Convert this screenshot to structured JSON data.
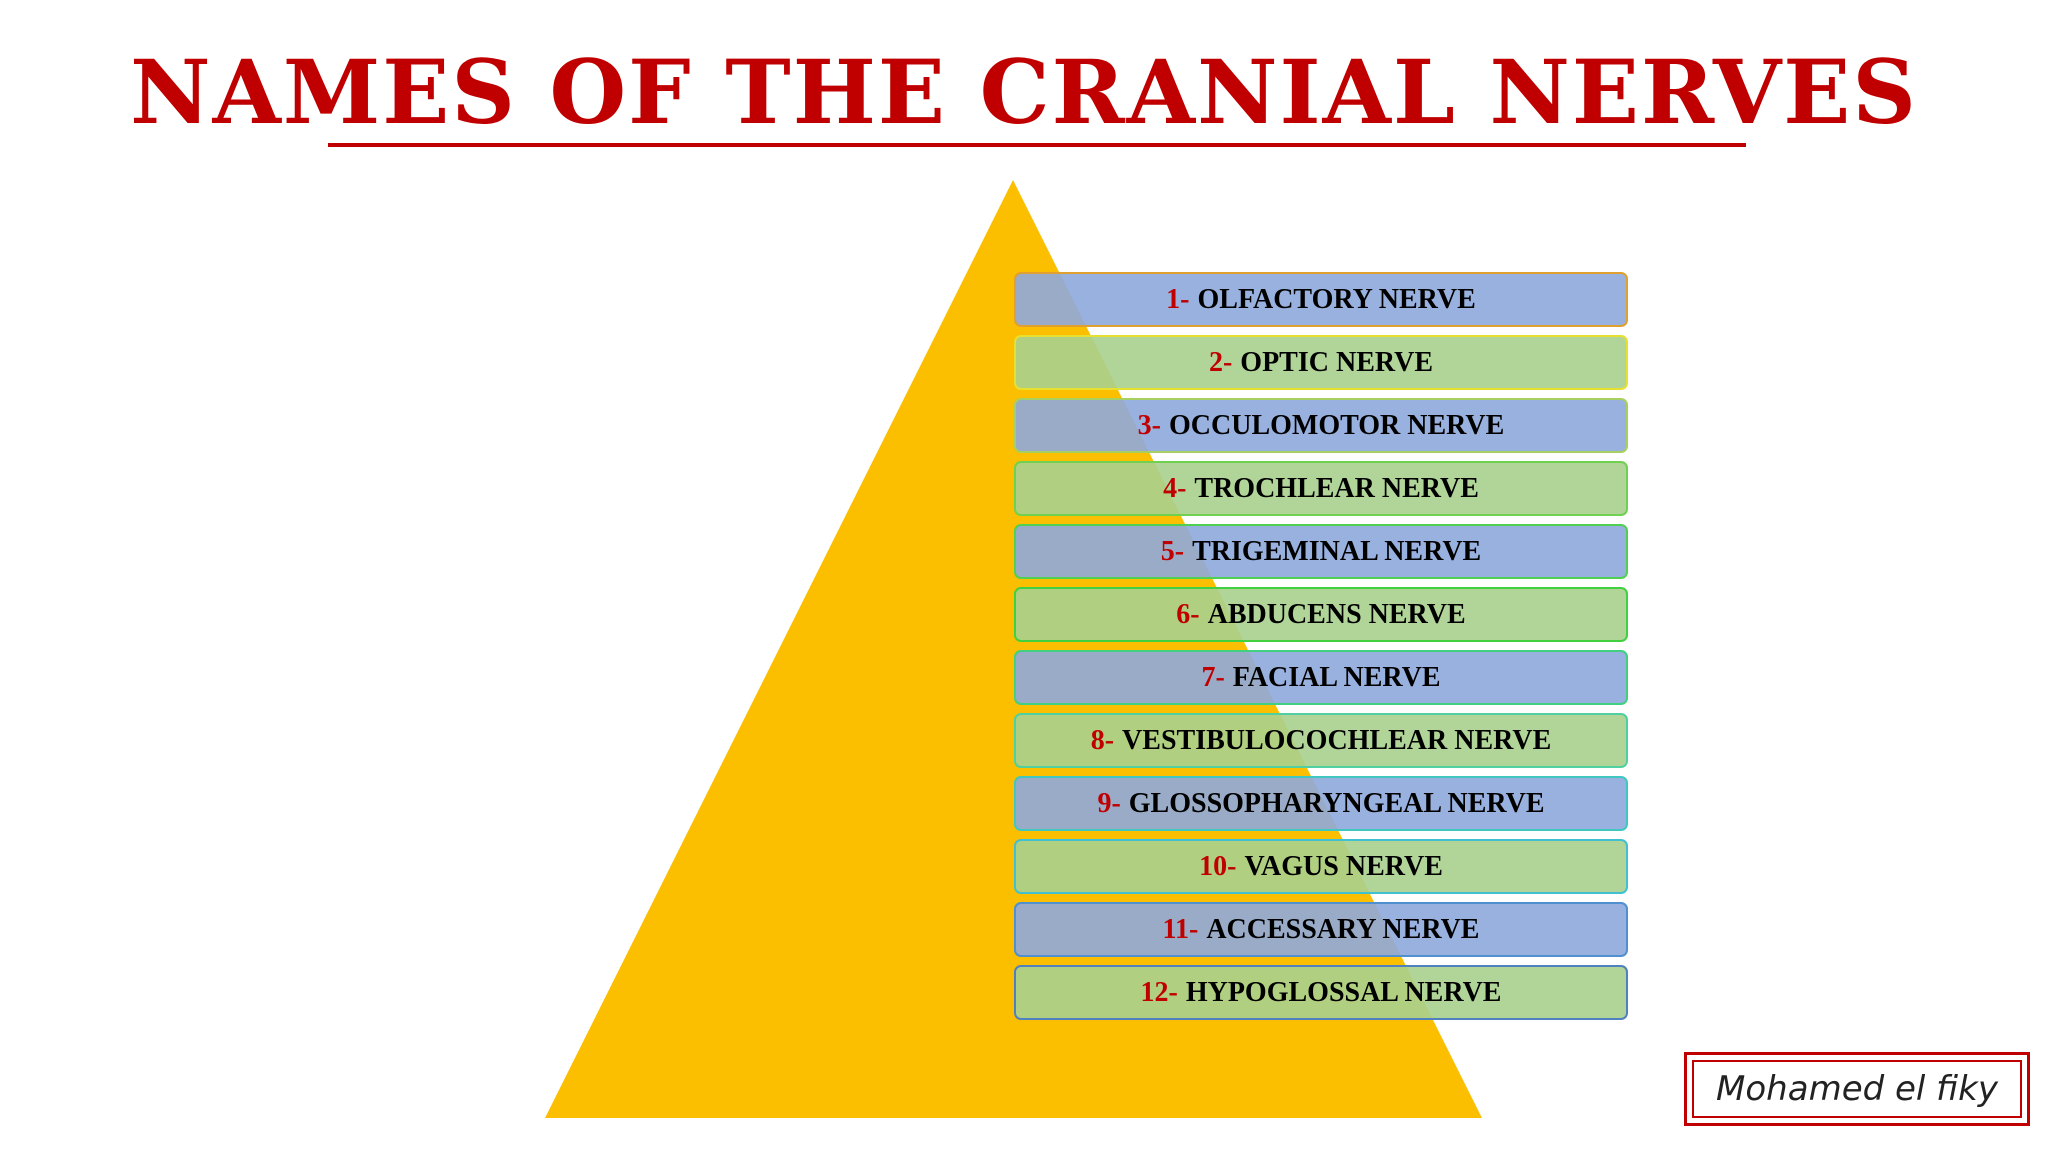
{
  "title": "Names of the Cranial Nerves",
  "colors": {
    "title": "#c00000",
    "pyramid": "#fbbf00",
    "row_blue": "#8ea9db",
    "row_green": "#a9d08e",
    "number": "#c00000"
  },
  "nerves": [
    {
      "number": "1-",
      "name": "OLFACTORY NERVE",
      "color": "blue",
      "border": "#e0a030"
    },
    {
      "number": "2-",
      "name": "OPTIC NERVE",
      "color": "green",
      "border": "#e8e030"
    },
    {
      "number": "3-",
      "name": "OCCULOMOTOR NERVE",
      "color": "blue",
      "border": "#a8d060"
    },
    {
      "number": "4-",
      "name": "TROCHLEAR NERVE",
      "color": "green",
      "border": "#70d050"
    },
    {
      "number": "5-",
      "name": "TRIGEMINAL NERVE",
      "color": "blue",
      "border": "#50d050"
    },
    {
      "number": "6-",
      "name": "ABDUCENS NERVE",
      "color": "green",
      "border": "#40d040"
    },
    {
      "number": "7-",
      "name": "FACIAL NERVE",
      "color": "blue",
      "border": "#40d080"
    },
    {
      "number": "8-",
      "name": "VESTIBULOCOCHLEAR NERVE",
      "color": "green",
      "border": "#50d0a0"
    },
    {
      "number": "9-",
      "name": "GLOSSOPHARYNGEAL NERVE",
      "color": "blue",
      "border": "#40c8c0"
    },
    {
      "number": "10-",
      "name": "VAGUS NERVE",
      "color": "green",
      "border": "#40c0d0"
    },
    {
      "number": "11-",
      "name": "ACCESSARY NERVE",
      "color": "blue",
      "border": "#5090d0"
    },
    {
      "number": "12-",
      "name": "HYPOGLOSSAL NERVE",
      "color": "green",
      "border": "#5080c0"
    }
  ],
  "signature": "Mohamed el fiky"
}
